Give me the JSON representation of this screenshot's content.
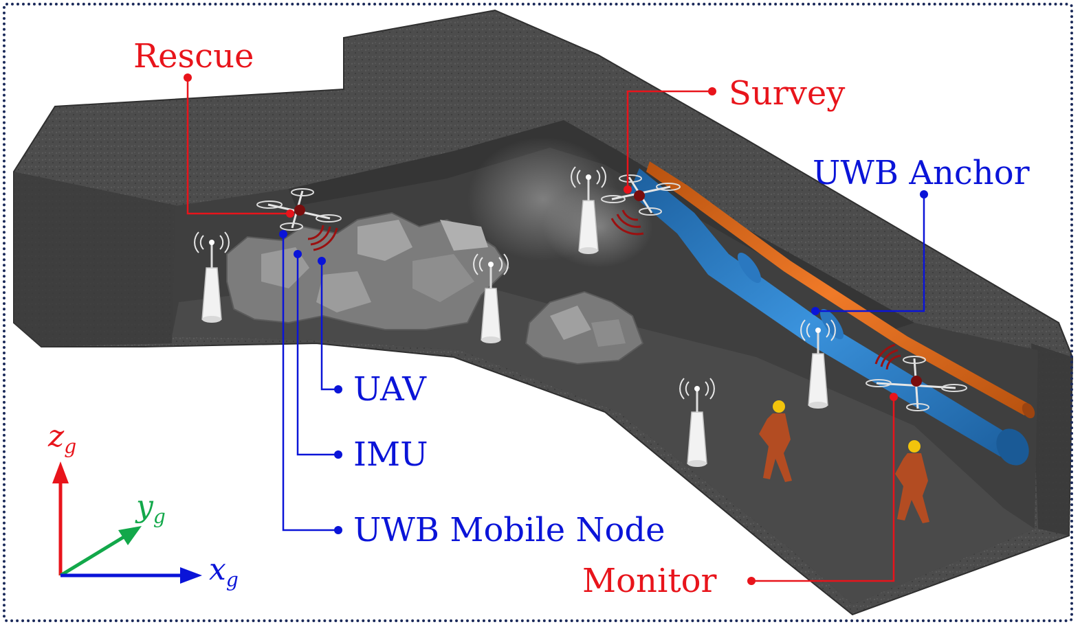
{
  "labels": {
    "rescue": "Rescue",
    "survey": "Survey",
    "uwb_anchor": "UWB Anchor",
    "uav": "UAV",
    "imu": "IMU",
    "uwb_mobile_node": "UWB Mobile Node",
    "monitor": "Monitor"
  },
  "axes": {
    "z": {
      "base": "z",
      "sub": "g"
    },
    "y": {
      "base": "y",
      "sub": "g"
    },
    "x": {
      "base": "x",
      "sub": "g"
    }
  },
  "colors": {
    "task_label": "#e8141b",
    "component_label": "#0a14d8",
    "axis_z": "#e8141b",
    "axis_y": "#12a84a",
    "axis_x": "#0a14d8",
    "frame": "#1b2a5a",
    "rock": "#4e4e4e",
    "pipe_blue": "#2f86d0",
    "pipe_orange": "#e06a1c",
    "worker_suit": "#b34c22",
    "helmet": "#f2c40c",
    "signal": "#8b0f0f"
  }
}
